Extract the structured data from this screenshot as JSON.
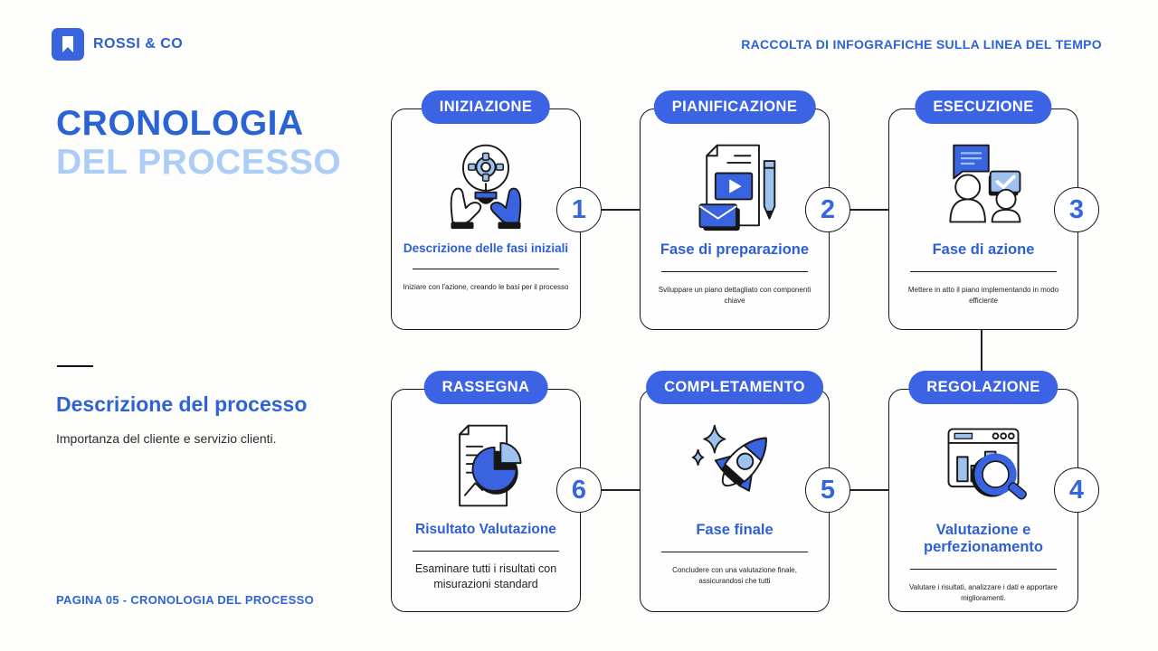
{
  "brand": {
    "name": "ROSSI & CO",
    "logo_icon": "bookmark-icon"
  },
  "header": {
    "tagline": "RACCOLTA DI INFOGRAFICHE SULLA LINEA DEL TEMPO"
  },
  "left_panel": {
    "title_line1": "CRONOLOGIA",
    "title_line2": "DEL PROCESSO",
    "section_heading": "Descrizione del processo",
    "section_body": "Importanza del cliente e servizio clienti.",
    "page_footer": "PAGINA 05 - CRONOLOGIA DEL PROCESSO"
  },
  "steps": [
    {
      "number": "1",
      "label": "INIZIAZIONE",
      "title": "Descrizione delle fasi iniziali",
      "description": "Iniziare con l'azione, creando le basi per il processo",
      "icon": "hands-lightbulb-gear-icon"
    },
    {
      "number": "2",
      "label": "PIANIFICAZIONE",
      "title": "Fase di preparazione",
      "description": "Sviluppare un piano dettagliato con componenti chiave",
      "icon": "document-video-envelope-pencil-icon"
    },
    {
      "number": "3",
      "label": "ESECUZIONE",
      "title": "Fase di azione",
      "description": "Mettere in atto il piano implementando in modo efficiente",
      "icon": "people-chat-check-icon"
    },
    {
      "number": "4",
      "label": "REGOLAZIONE",
      "title": "Valutazione e perfezionamento",
      "description": "Valutare i risultati, analizzare i dati e apportare miglioramenti.",
      "icon": "browser-chart-magnifier-icon"
    },
    {
      "number": "5",
      "label": "COMPLETAMENTO",
      "title": "Fase finale",
      "description": "Concludere con una valutazione finale, assicurandosi che tutti",
      "icon": "rocket-sparkles-icon"
    },
    {
      "number": "6",
      "label": "RASSEGNA",
      "title": "Risultato Valutazione",
      "description": "Esaminare tutti i risultati con misurazioni standard",
      "icon": "report-piechart-icon"
    }
  ],
  "colors": {
    "primary_blue": "#3b63e3",
    "light_blue": "#a3c6f2",
    "title_blue": "#2a64d4",
    "pale_title_blue": "#accdf6",
    "number_blue": "#3366e0",
    "outline_dark": "#1a1a1a",
    "background": "#fdfdfb"
  }
}
